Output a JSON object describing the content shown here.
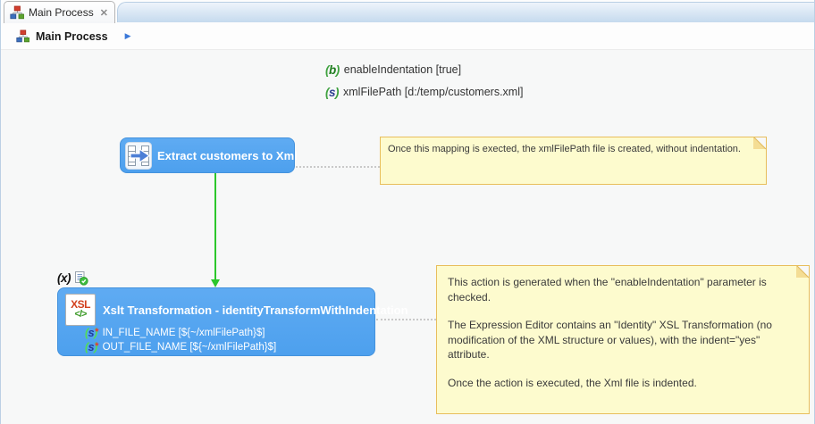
{
  "window": {
    "tab": {
      "title": "Main Process",
      "close_glyph": "✕"
    },
    "breadcrumb": {
      "title": "Main Process",
      "arrow_glyph": "▶"
    }
  },
  "badges": {
    "b": {
      "open": "(",
      "letter": "b",
      "close": ")"
    },
    "s": {
      "open": "(",
      "letter": "s",
      "close": ")"
    },
    "x": {
      "open": "(",
      "letter": "x",
      "close": ")"
    },
    "required_mark": "*"
  },
  "icons": {
    "tab_icon": "process-tree-icon",
    "breadcrumb_icon": "process-tree-icon",
    "step1_icon": "mapping-export-icon",
    "step2_icon": "xsl-document-icon",
    "annotation_icon": "document-check-icon",
    "close_icon": "close-icon"
  },
  "canvas": {
    "variables": [
      {
        "badge": "b",
        "text": "enableIndentation [true]"
      },
      {
        "badge": "s",
        "text": "xmlFilePath [d:/temp/customers.xml]"
      }
    ],
    "step1": {
      "title": "Extract customers to Xml"
    },
    "note1": {
      "text": "Once this mapping is exected, the xmlFilePath file is created, without indentation."
    },
    "step2": {
      "annotation_badge": "x",
      "icon": {
        "label": "XSL",
        "sub": "</>"
      },
      "title": "Xslt Transformation - identityTransformWithIndentation",
      "params": [
        {
          "badge": "s",
          "required": true,
          "text": "IN_FILE_NAME [${~/xmlFilePath}$]"
        },
        {
          "badge": "s",
          "required": true,
          "text": "OUT_FILE_NAME [${~/xmlFilePath}$]"
        }
      ]
    },
    "note2": {
      "p1": "This action is generated when the \"enableIndentation\" parameter is checked.",
      "p2": "The Expression Editor contains an \"Identity\" XSL Transformation (no modification of the XML structure or values), with the indent=\"yes\" attribute.",
      "p3": "Once the action is executed, the Xml file is indented."
    }
  },
  "colors": {
    "step_blue": "#55a7f1",
    "step_border": "#4492dd",
    "note_bg": "#fdfbce",
    "note_border": "#e8be5c",
    "flow_green": "#2bc72b",
    "tabstrip_blue": "#c5daee"
  }
}
